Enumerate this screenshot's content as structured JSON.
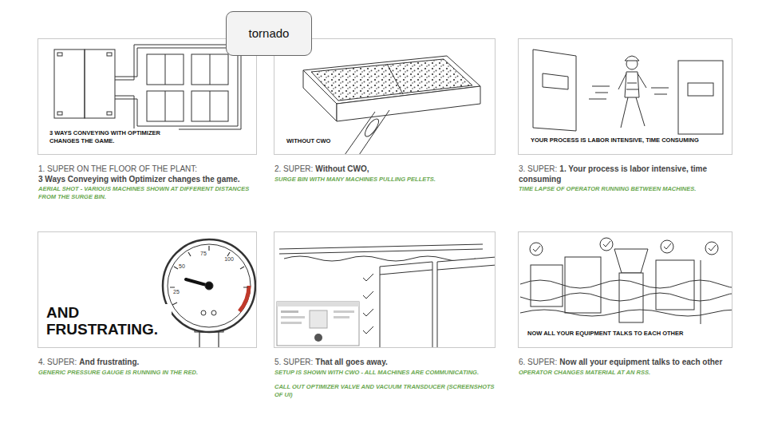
{
  "diagram": {
    "nodes": [
      {
        "text": [
          "tornado"
        ]
      },
      {
        "text": [
          "3 WAYS CONVEYING WITH OPTIMIZER CHANGES THE GAME.",
          "1. SUPER ON THE FLOOR OF THE PLANT:",
          "3 Ways Conveying with Optimizer changes the game.",
          "AERIAL SHOT - VARIOUS MACHINES SHOWN AT DIFFERENT DISTANCES FROM THE SURGE BIN."
        ]
      },
      {
        "text": [
          "WITHOUT CWO",
          "2. SUPER:",
          "Without CWO,",
          "SURGE BIN WITH MANY MACHINES PULLING PELLETS."
        ]
      },
      {
        "text": [
          "YOUR PROCESS IS LABOR INTENSIVE, TIME CONSUMING",
          "3. SUPER:",
          "1. Your process is labor intensive, time consuming",
          "TIME LAPSE OF OPERATOR RUNNING BETWEEN MACHINES."
        ]
      },
      {
        "text": [
          "AND FRUSTRATING.",
          "4. SUPER:",
          "And frustrating.",
          "GENERIC PRESSURE GAUGE IS RUNNING IN THE RED."
        ]
      },
      {
        "text": [
          "5. SUPER:",
          "That all goes away.",
          "SETUP IS SHOWN WITH CWO - ALL MACHINES ARE COMMUNICATING.",
          "CALL OUT OPTIMIZER VALVE AND VACUUM TRANSDUCER (SCREENSHOTS OF UI)"
        ]
      },
      {
        "text": [
          "NOW ALL YOUR EQUIPMENT TALKS TO EACH OTHER",
          "6. SUPER:",
          "Now all your equipment talks to each other",
          "OPERATOR CHANGES MATERIAL AT AN RSS."
        ]
      }
    ],
    "labels": [
      "25",
      "50",
      "75",
      "100"
    ]
  }
}
